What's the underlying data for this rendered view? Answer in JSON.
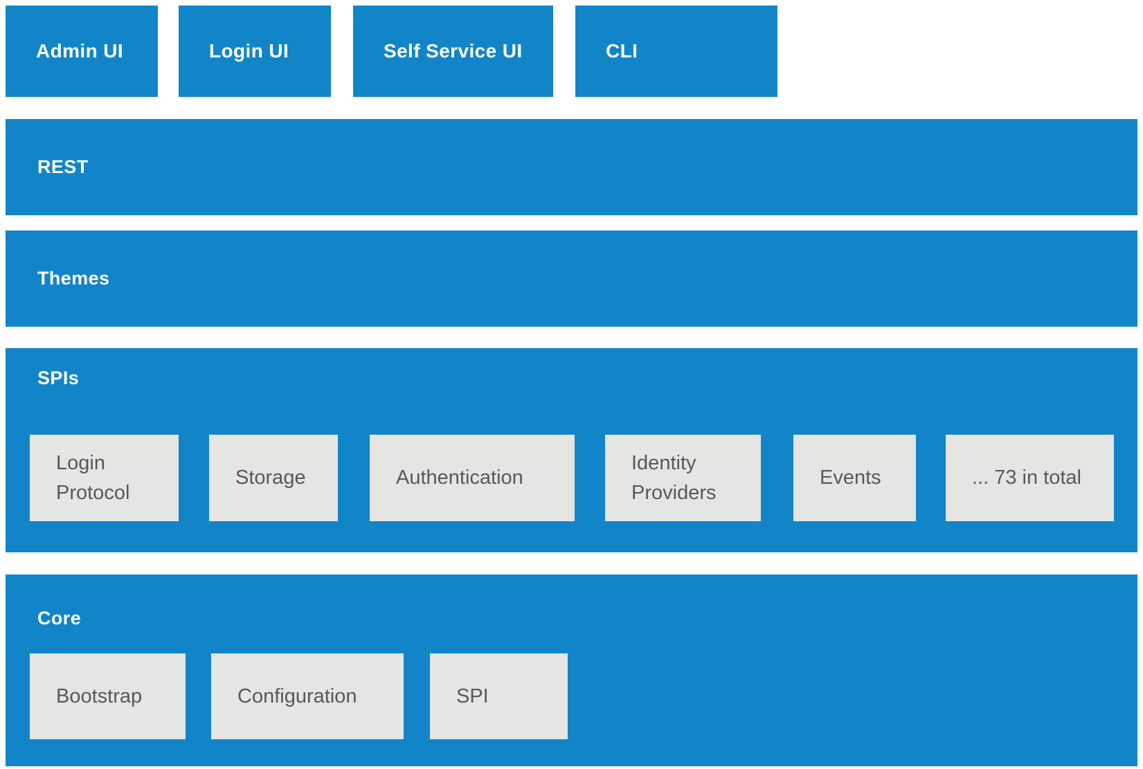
{
  "colors": {
    "layer_blue": "#1285c8",
    "child_gray": "#e5e5e4",
    "child_text_gray": "#57585c",
    "layer_label_white": "#ffffff"
  },
  "top_boxes": [
    {
      "label": "Admin UI"
    },
    {
      "label": "Login UI"
    },
    {
      "label": "Self Service UI"
    },
    {
      "label": "CLI"
    }
  ],
  "layers": {
    "rest": {
      "label": "REST"
    },
    "themes": {
      "label": "Themes"
    },
    "spis": {
      "label": "SPIs",
      "boxes": [
        "Login Protocol",
        "Storage",
        "Authentication",
        "Identity Providers",
        "Events",
        "... 73 in total"
      ]
    },
    "core": {
      "label": "Core",
      "boxes": [
        "Bootstrap",
        "Configuration",
        "SPI"
      ]
    }
  }
}
